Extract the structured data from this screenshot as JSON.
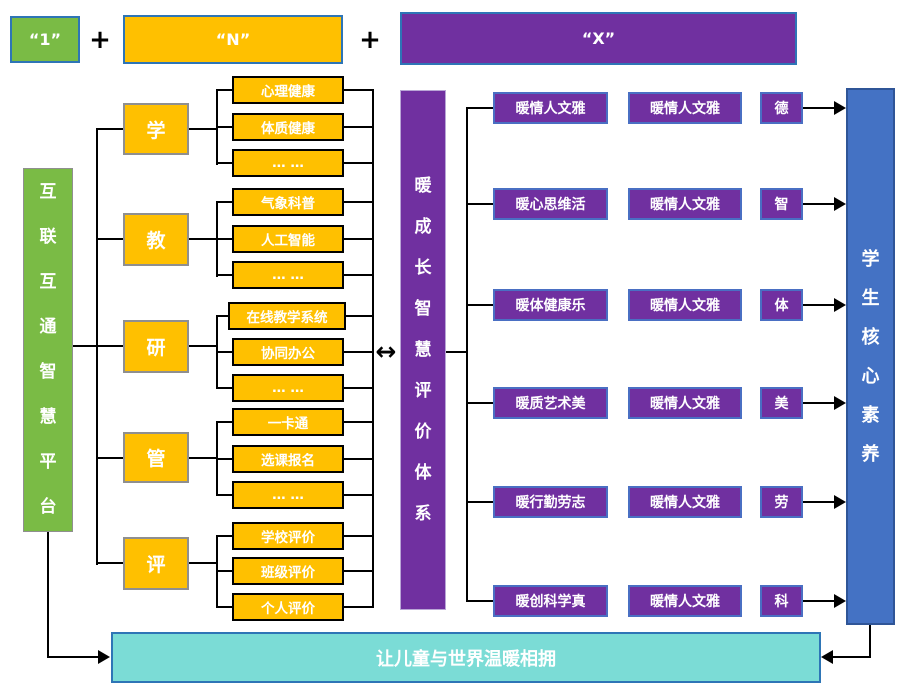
{
  "top_row": {
    "one": "“1”",
    "plus": "+",
    "n": "“N”",
    "x": "“X”"
  },
  "left_platform": {
    "label": "互联互通智慧平台"
  },
  "categories": [
    {
      "label": "学",
      "items": [
        "心理健康",
        "体质健康",
        "… …"
      ]
    },
    {
      "label": "教",
      "items": [
        "气象科普",
        "人工智能",
        "… …"
      ]
    },
    {
      "label": "研",
      "items": [
        "在线教学系统",
        "协同办公",
        "… …"
      ]
    },
    {
      "label": "管",
      "items": [
        "一卡通",
        "选课报名",
        "… …"
      ]
    },
    {
      "label": "评",
      "items": [
        "学校评价",
        "班级评价",
        "个人评价"
      ]
    }
  ],
  "center_system": {
    "label": "暖成长智慧评价体系"
  },
  "exchange_arrow": "↔",
  "evaluation_rows": [
    {
      "dimension": "暖情人文雅",
      "detail": "暖情人文雅",
      "core": "德"
    },
    {
      "dimension": "暖心思维活",
      "detail": "暖情人文雅",
      "core": "智"
    },
    {
      "dimension": "暖体健康乐",
      "detail": "暖情人文雅",
      "core": "体"
    },
    {
      "dimension": "暖质艺术美",
      "detail": "暖情人文雅",
      "core": "美"
    },
    {
      "dimension": "暖行勤劳志",
      "detail": "暖情人文雅",
      "core": "劳"
    },
    {
      "dimension": "暖创科学真",
      "detail": "暖情人文雅",
      "core": "科"
    }
  ],
  "right_competency": {
    "label": "学生核心素养"
  },
  "bottom_banner": {
    "label": "让儿童与世界温暖相拥"
  },
  "colors": {
    "green": "#7ABB45",
    "yellow": "#FFC000",
    "purple": "#7030A0",
    "blue": "#4472C4",
    "teal": "#7BDCD6",
    "border_blue": "#2E75B6",
    "line_black": "#000000"
  }
}
